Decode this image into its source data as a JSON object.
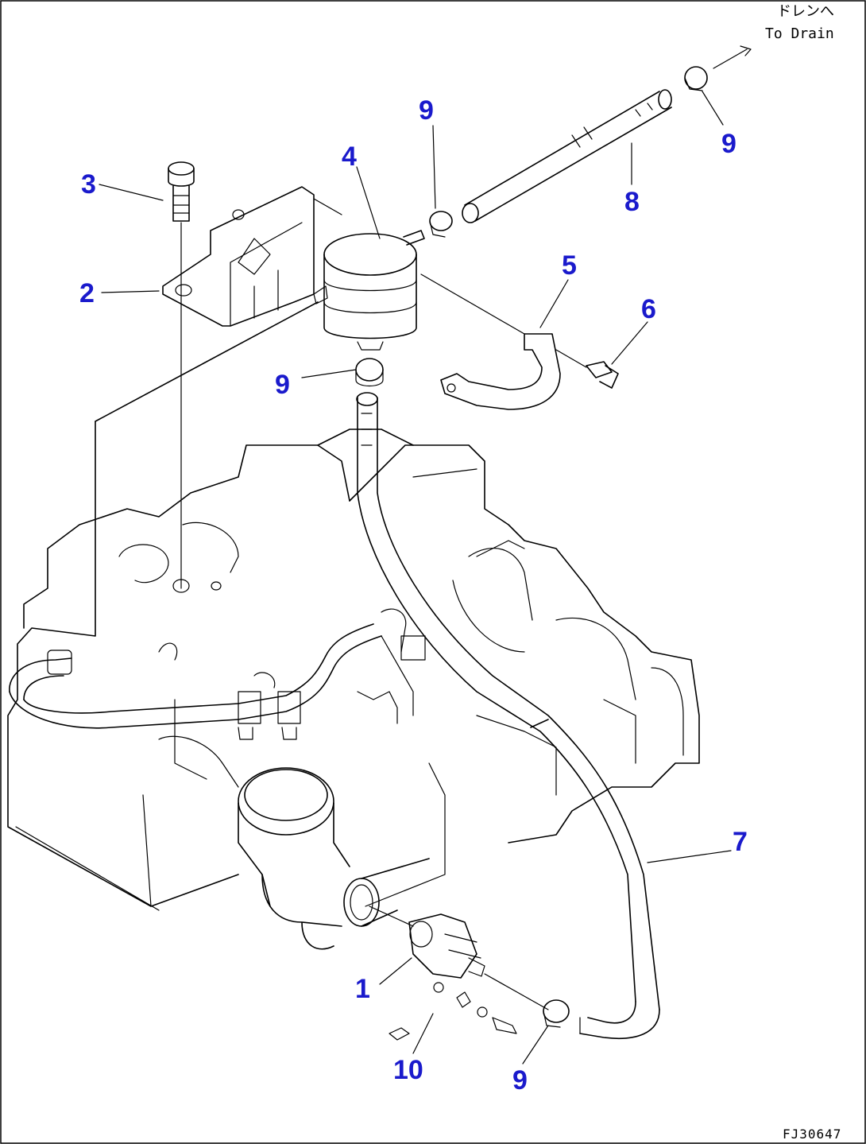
{
  "drain_note": {
    "japanese": "ドレンへ",
    "english": "To Drain"
  },
  "drawing_code": "FJ30647",
  "callouts": {
    "c1": "1",
    "c2": "2",
    "c3": "3",
    "c4": "4",
    "c5": "5",
    "c6": "6",
    "c7": "7",
    "c8": "8",
    "c9a": "9",
    "c9b": "9",
    "c9c": "9",
    "c9d": "9",
    "c10": "10"
  },
  "colors": {
    "callout": "#1a1acc",
    "linework": "#000000",
    "background": "#ffffff"
  }
}
